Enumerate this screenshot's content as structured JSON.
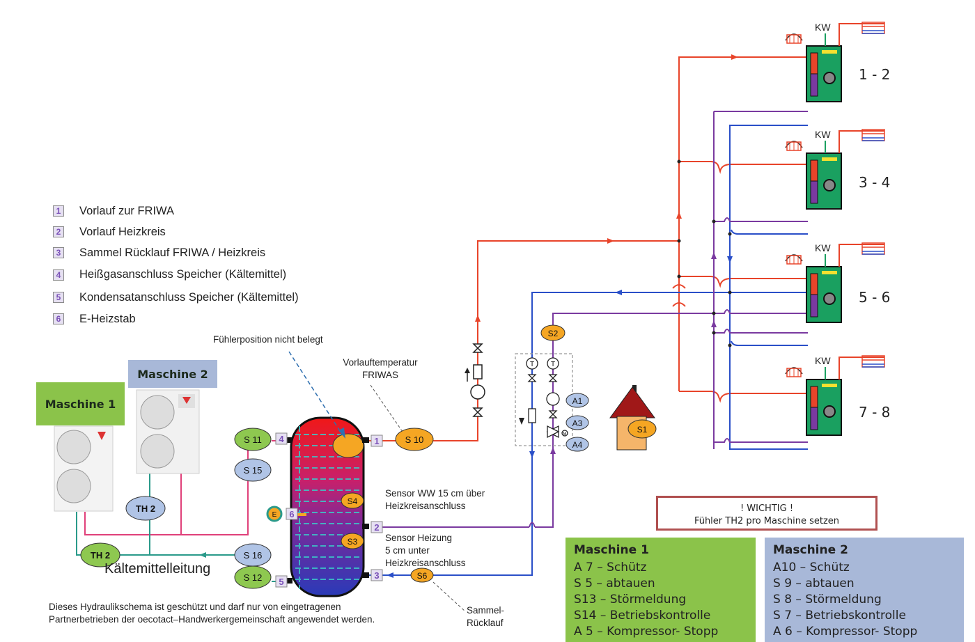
{
  "legend": [
    {
      "num": "1",
      "text": "Vorlauf zur FRIWA"
    },
    {
      "num": "2",
      "text": "Vorlauf Heizkreis"
    },
    {
      "num": "3",
      "text": "Sammel Rücklauf FRIWA / Heizkreis"
    },
    {
      "num": "4",
      "text": "Heißgasanschluss Speicher (Kältemittel)"
    },
    {
      "num": "5",
      "text": "Kondensatanschluss Speicher (Kältemittel)"
    },
    {
      "num": "6",
      "text": "E-Heizstab"
    }
  ],
  "labels": {
    "maschine1": "Maschine 1",
    "maschine2": "Maschine 2",
    "fuehler_nicht_belegt": "Fühlerposition nicht belegt",
    "vorlauftemp_l1": "Vorlauftemperatur",
    "vorlauftemp_l2": "FRIWAS",
    "sensor_ww_l1": "Sensor WW 15 cm über",
    "sensor_ww_l2": "Heizkreisanschluss",
    "sensor_heiz_l1": "Sensor Heizung",
    "sensor_heiz_l2": "5 cm unter",
    "sensor_heiz_l3": "Heizkreisanschluss",
    "sammel_l1": "Sammel-",
    "sammel_l2": "Rücklauf",
    "kaeltemittelleitung": "Kältemittelleitung",
    "disclaimer_l1": "Dieses Hydraulikschema ist geschützt und darf nur von eingetragenen",
    "disclaimer_l2": "Partnerbetrieben der oecotact–Handwerkergemeinschaft angewendet werden.",
    "warn_l1": "! WICHTIG !",
    "warn_l2": "Fühler TH2 pro Maschine setzen",
    "kw": "KW"
  },
  "sensors": {
    "s11": "S 11",
    "s15": "S 15",
    "s16": "S 16",
    "s12": "S 12",
    "th2a": "TH 2",
    "th2b": "TH 2",
    "s10": "S 10",
    "s4": "S4",
    "s3": "S3",
    "s6": "S6",
    "s2": "S2",
    "s1": "S1",
    "a1": "A1",
    "a3": "A3",
    "a4": "A4",
    "e": "E",
    "t": "T",
    "m": "M"
  },
  "ports": {
    "p1": "1",
    "p2": "2",
    "p3": "3",
    "p4": "4",
    "p5": "5",
    "p6": "6"
  },
  "units": [
    "1 - 2",
    "3 - 4",
    "5 - 6",
    "7 - 8"
  ],
  "maschine1_box": {
    "title": "Maschine 1",
    "items": [
      "A 7  – Schütz",
      "S 5  – abtauen",
      "S13  – Störmeldung",
      "S14  – Betriebskontrolle",
      "A 5  – Kompressor- Stopp"
    ]
  },
  "maschine2_box": {
    "title": "Maschine 2",
    "items": [
      "A10 – Schütz",
      "S 9  – abtauen",
      "S 8  – Störmeldung",
      "S 7  – Betriebskontrolle",
      "A 6  – Kompressor- Stopp"
    ]
  },
  "colors": {
    "red": "#e8442a",
    "blue": "#2a4fc8",
    "purple": "#7a3aa0",
    "pink": "#e0407a",
    "teal": "#2a9a8a",
    "green_sensor": "#8ec850",
    "blue_sensor": "#b0c4e6",
    "orange_sensor": "#f5a623",
    "maschine1_bg": "#8bc34a",
    "maschine2_bg": "#a8b8d8"
  }
}
